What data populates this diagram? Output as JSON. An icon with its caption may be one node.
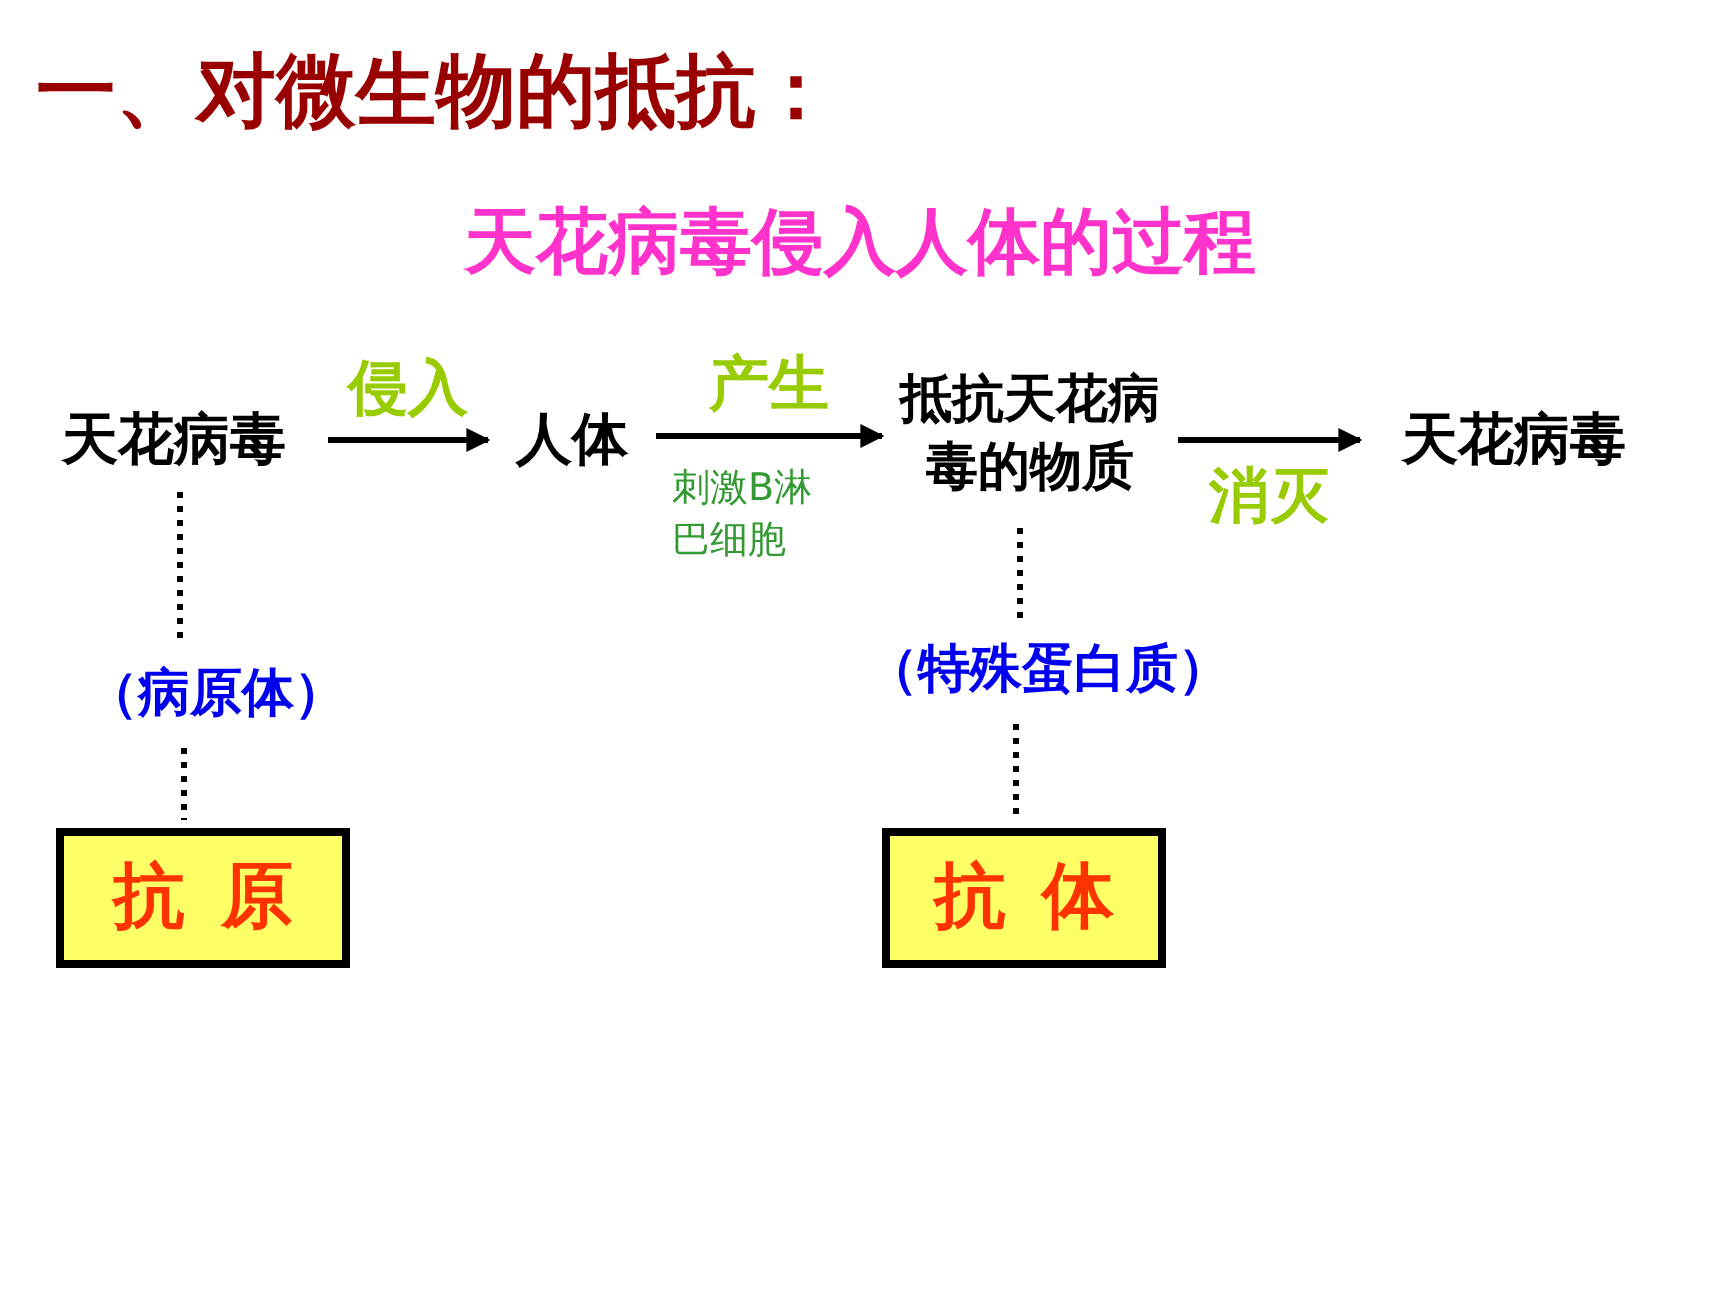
{
  "diagram": {
    "title": "一、对微生物的抵抗：",
    "nodes": [
      {
        "text": [
          "天花病毒"
        ]
      },
      {
        "text": [
          "人体"
        ]
      },
      {
        "text": [
          "抵抗天花病毒的物质"
        ]
      },
      {
        "text": [
          "天花病毒"
        ]
      },
      {
        "text": [
          "（病原体）"
        ]
      },
      {
        "text": [
          "抗原"
        ]
      },
      {
        "text": [
          "（特殊蛋白质）"
        ]
      },
      {
        "text": [
          "抗体"
        ]
      }
    ],
    "edges": [
      {
        "from": 0,
        "to": 1,
        "arrow": "to",
        "label": "侵入"
      },
      {
        "from": 1,
        "to": 2,
        "arrow": "to",
        "label": "产生"
      },
      {
        "from": 2,
        "to": 3,
        "arrow": "to",
        "label": "消灭"
      },
      {
        "from": 0,
        "to": 4,
        "arrow": "none",
        "style": "dashed"
      },
      {
        "from": 4,
        "to": 5,
        "arrow": "none",
        "style": "dashed"
      },
      {
        "from": 2,
        "to": 6,
        "arrow": "none",
        "style": "dashed"
      },
      {
        "from": 6,
        "to": 7,
        "arrow": "none",
        "style": "dashed"
      }
    ],
    "labels": [
      "天花病毒侵入人体的过程",
      "刺激B淋巴细胞"
    ]
  }
}
